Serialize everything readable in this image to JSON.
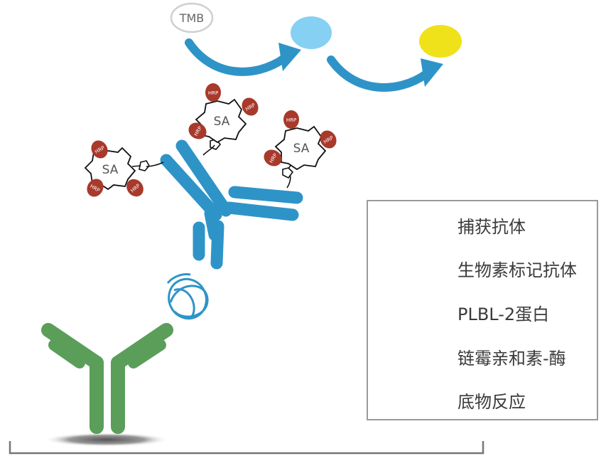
{
  "diagram": {
    "tmb_label": "TMB",
    "sa_label": "SA",
    "hrp_label": "HRP"
  },
  "legend": {
    "items": [
      {
        "icon": "capture-antibody-icon",
        "label": "捕获抗体"
      },
      {
        "icon": "biotin-antibody-icon",
        "label": "生物素标记抗体"
      },
      {
        "icon": "plbl2-protein-icon",
        "label": "PLBL-2蛋白"
      },
      {
        "icon": "streptavidin-hrp-icon",
        "label": "链霉亲和素-酶"
      },
      {
        "icon": "substrate-reaction-icon",
        "label": "底物反应"
      }
    ]
  },
  "colors": {
    "capture_antibody": "#5a9e5a",
    "biotin_antibody": "#2e94c8",
    "hrp": "#a8392b",
    "tmb_blue": "#86d0f4",
    "product_yellow": "#f0e21a",
    "arrow": "#2e94c8"
  }
}
